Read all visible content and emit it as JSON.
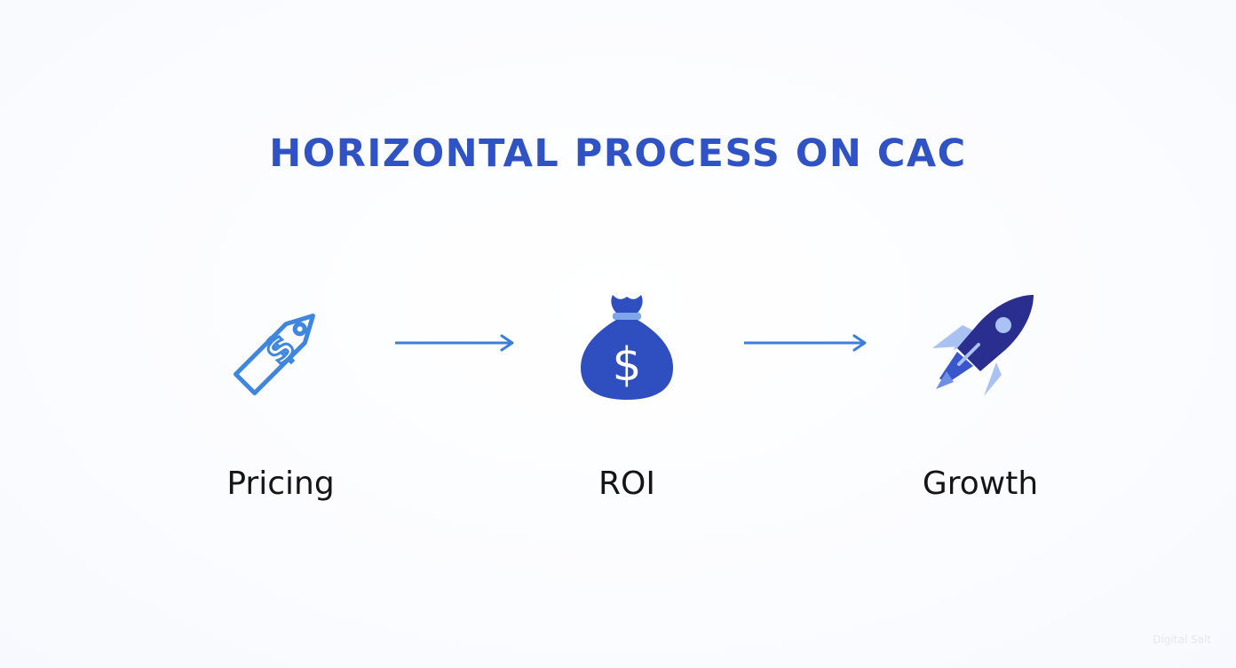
{
  "title": "HORIZONTAL PROCESS ON CAC",
  "steps": [
    {
      "label": "Pricing",
      "icon": "price-tag-dollar-icon"
    },
    {
      "label": "ROI",
      "icon": "money-bag-icon"
    },
    {
      "label": "Growth",
      "icon": "rocket-icon"
    }
  ],
  "colors": {
    "title": "#2f53c4",
    "tag_stroke": "#3f86df",
    "bag_fill": "#2f4fc1",
    "rocket_body": "#2a2e8f",
    "rocket_fins": "#a9c2f3",
    "arrow": "#3b7fd9",
    "label": "#151515"
  },
  "watermark": "Digital Salt"
}
